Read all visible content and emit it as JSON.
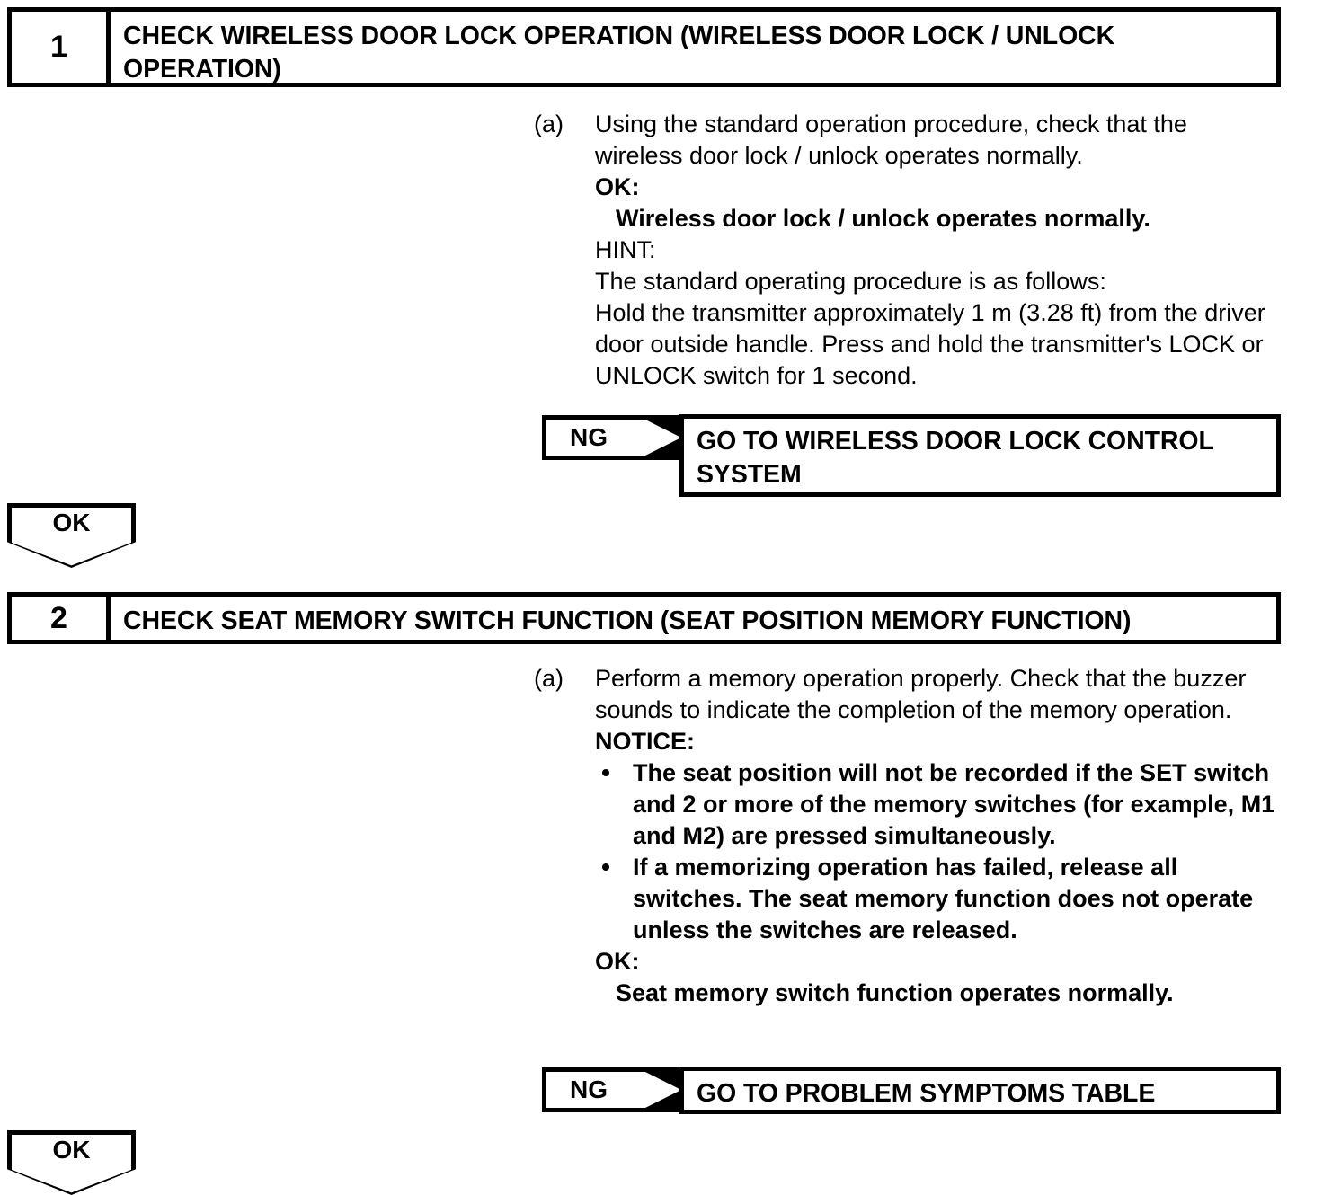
{
  "document": {
    "kind": "diagnostic-flowchart"
  },
  "steps": [
    {
      "number": "1",
      "title": "CHECK WIRELESS DOOR LOCK OPERATION (WIRELESS DOOR LOCK / UNLOCK OPERATION)",
      "procedure": {
        "label": "(a)",
        "intro": "Using the standard operation procedure, check that the wireless door lock / unlock operates normally.",
        "ok_heading": "OK:",
        "ok_text": "Wireless door lock / unlock operates normally.",
        "hint_heading": "HINT:",
        "hint_lines": [
          "The standard operating procedure is as follows:",
          "Hold the transmitter approximately 1 m (3.28 ft) from the driver door outside handle. Press and hold the transmitter's LOCK or UNLOCK switch for 1 second."
        ]
      },
      "ng": {
        "label": "NG",
        "target": "GO TO WIRELESS DOOR LOCK CONTROL SYSTEM"
      },
      "ok_exit": "OK"
    },
    {
      "number": "2",
      "title": "CHECK SEAT MEMORY SWITCH FUNCTION (SEAT POSITION MEMORY FUNCTION)",
      "procedure": {
        "label": "(a)",
        "intro": "Perform a memory operation properly. Check that the buzzer sounds to indicate the completion of the memory operation.",
        "notice_heading": "NOTICE:",
        "notice_bullets": [
          "The seat position will not be recorded if the SET switch and 2 or more of the memory switches (for example, M1 and M2) are pressed simultaneously.",
          "If a memorizing operation has failed, release all switches. The seat memory function does not operate unless the switches are released."
        ],
        "ok_heading": "OK:",
        "ok_text": "Seat memory switch function operates normally."
      },
      "ng": {
        "label": "NG",
        "target": "GO TO PROBLEM SYMPTOMS TABLE"
      },
      "ok_exit": "OK"
    }
  ],
  "colors": {
    "ink": "#000000",
    "paper": "#ffffff"
  }
}
